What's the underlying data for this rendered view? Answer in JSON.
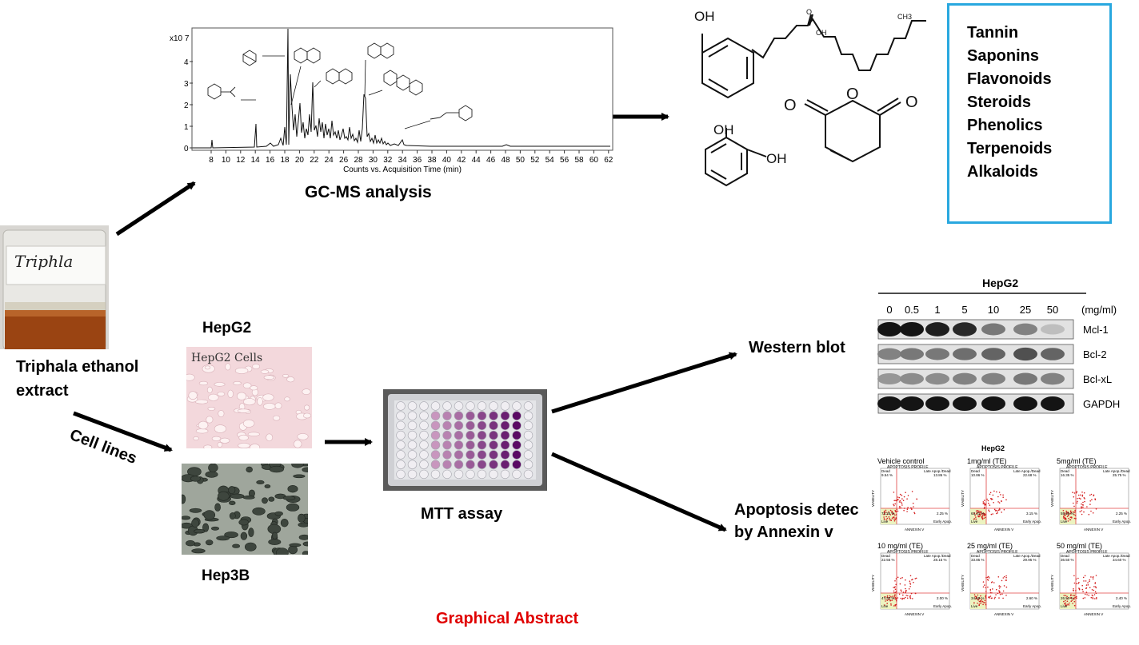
{
  "colors": {
    "accent_box": "#29a8df",
    "footer_text": "#e00000",
    "arrow": "#000000",
    "dots": "#d42020"
  },
  "labels": {
    "gcms_title": "GC-MS analysis",
    "extract_line1": "Triphala ethanol",
    "extract_line2": "extract",
    "cell_lines": "Cell lines",
    "hepg2": "HepG2",
    "hep3b": "Hep3B",
    "mtt": "MTT assay",
    "western": "Western blot",
    "apoptosis_line1": "Apoptosis detec",
    "apoptosis_line2": "by Annexin v",
    "footer": "Graphical Abstract",
    "jar_label": "Triphla",
    "hepg2_cells_caption": "HepG2 Cells"
  },
  "compounds": [
    "Tannin",
    "Saponins",
    "Flavonoids",
    "Steroids",
    "Phenolics",
    "Terpenoids",
    "Alkaloids"
  ],
  "gcms": {
    "y_multiplier": "x10 7",
    "y_ticks": [
      "0",
      "1",
      "2",
      "3",
      "4"
    ],
    "x_ticks": [
      "8",
      "10",
      "12",
      "14",
      "16",
      "18",
      "20",
      "22",
      "24",
      "26",
      "28",
      "30",
      "32",
      "34",
      "36",
      "38",
      "40",
      "42",
      "44",
      "46",
      "48",
      "50",
      "52",
      "54",
      "56",
      "58",
      "60",
      "62"
    ],
    "x_label": "Counts vs. Acquisition Time (min)"
  },
  "structures": {
    "oh1": "OH",
    "oh2": "OH",
    "oh3": "OH",
    "oh_acid": "OH",
    "ch3": "CH3",
    "o1": "O",
    "o2": "O",
    "o3": "O",
    "o4": "O"
  },
  "western_blot": {
    "title": "HepG2",
    "doses": [
      "0",
      "0.5",
      "1",
      "5",
      "10",
      "25",
      "50"
    ],
    "unit": "(mg/ml)",
    "proteins": [
      "Mcl-1",
      "Bcl-2",
      "Bcl-xL",
      "GAPDH"
    ]
  },
  "flow": {
    "title": "HepG2",
    "panel_subtitle": "APOPTOSIS PROFILE",
    "panels": [
      {
        "title": "Vehicle control",
        "dead": "9.54 %",
        "late": "13.86 %",
        "live": "74.35 %",
        "early": "2.25 %"
      },
      {
        "title": "1mg/ml (TE)",
        "dead": "10.86 %",
        "late": "22.68 %",
        "live": "63.31 %",
        "early": "3.15 %"
      },
      {
        "title": "5mg/ml (TE)",
        "dead": "16.35 %",
        "late": "25.75 %",
        "live": "55.65 %",
        "early": "2.25 %"
      },
      {
        "title": "10 mg/ml (TE)",
        "dead": "22.55 %",
        "late": "28.15 %",
        "live": "47.30 %",
        "early": "2.00 %"
      },
      {
        "title": "25 mg/ml (TE)",
        "dead": "33.85 %",
        "late": "29.95 %",
        "live": "34.60 %",
        "early": "2.60 %"
      },
      {
        "title": "50 mg/ml (TE)",
        "dead": "36.50 %",
        "late": "34.60 %",
        "live": "26.50 %",
        "early": "2.40 %"
      }
    ],
    "quad_labels": {
      "dead": "Dead",
      "late": "Late Apop./Dead",
      "live": "Live",
      "early": "Early Apop."
    },
    "x_axis": "ANNEXIN V",
    "y_axis": "VIABILITY"
  }
}
